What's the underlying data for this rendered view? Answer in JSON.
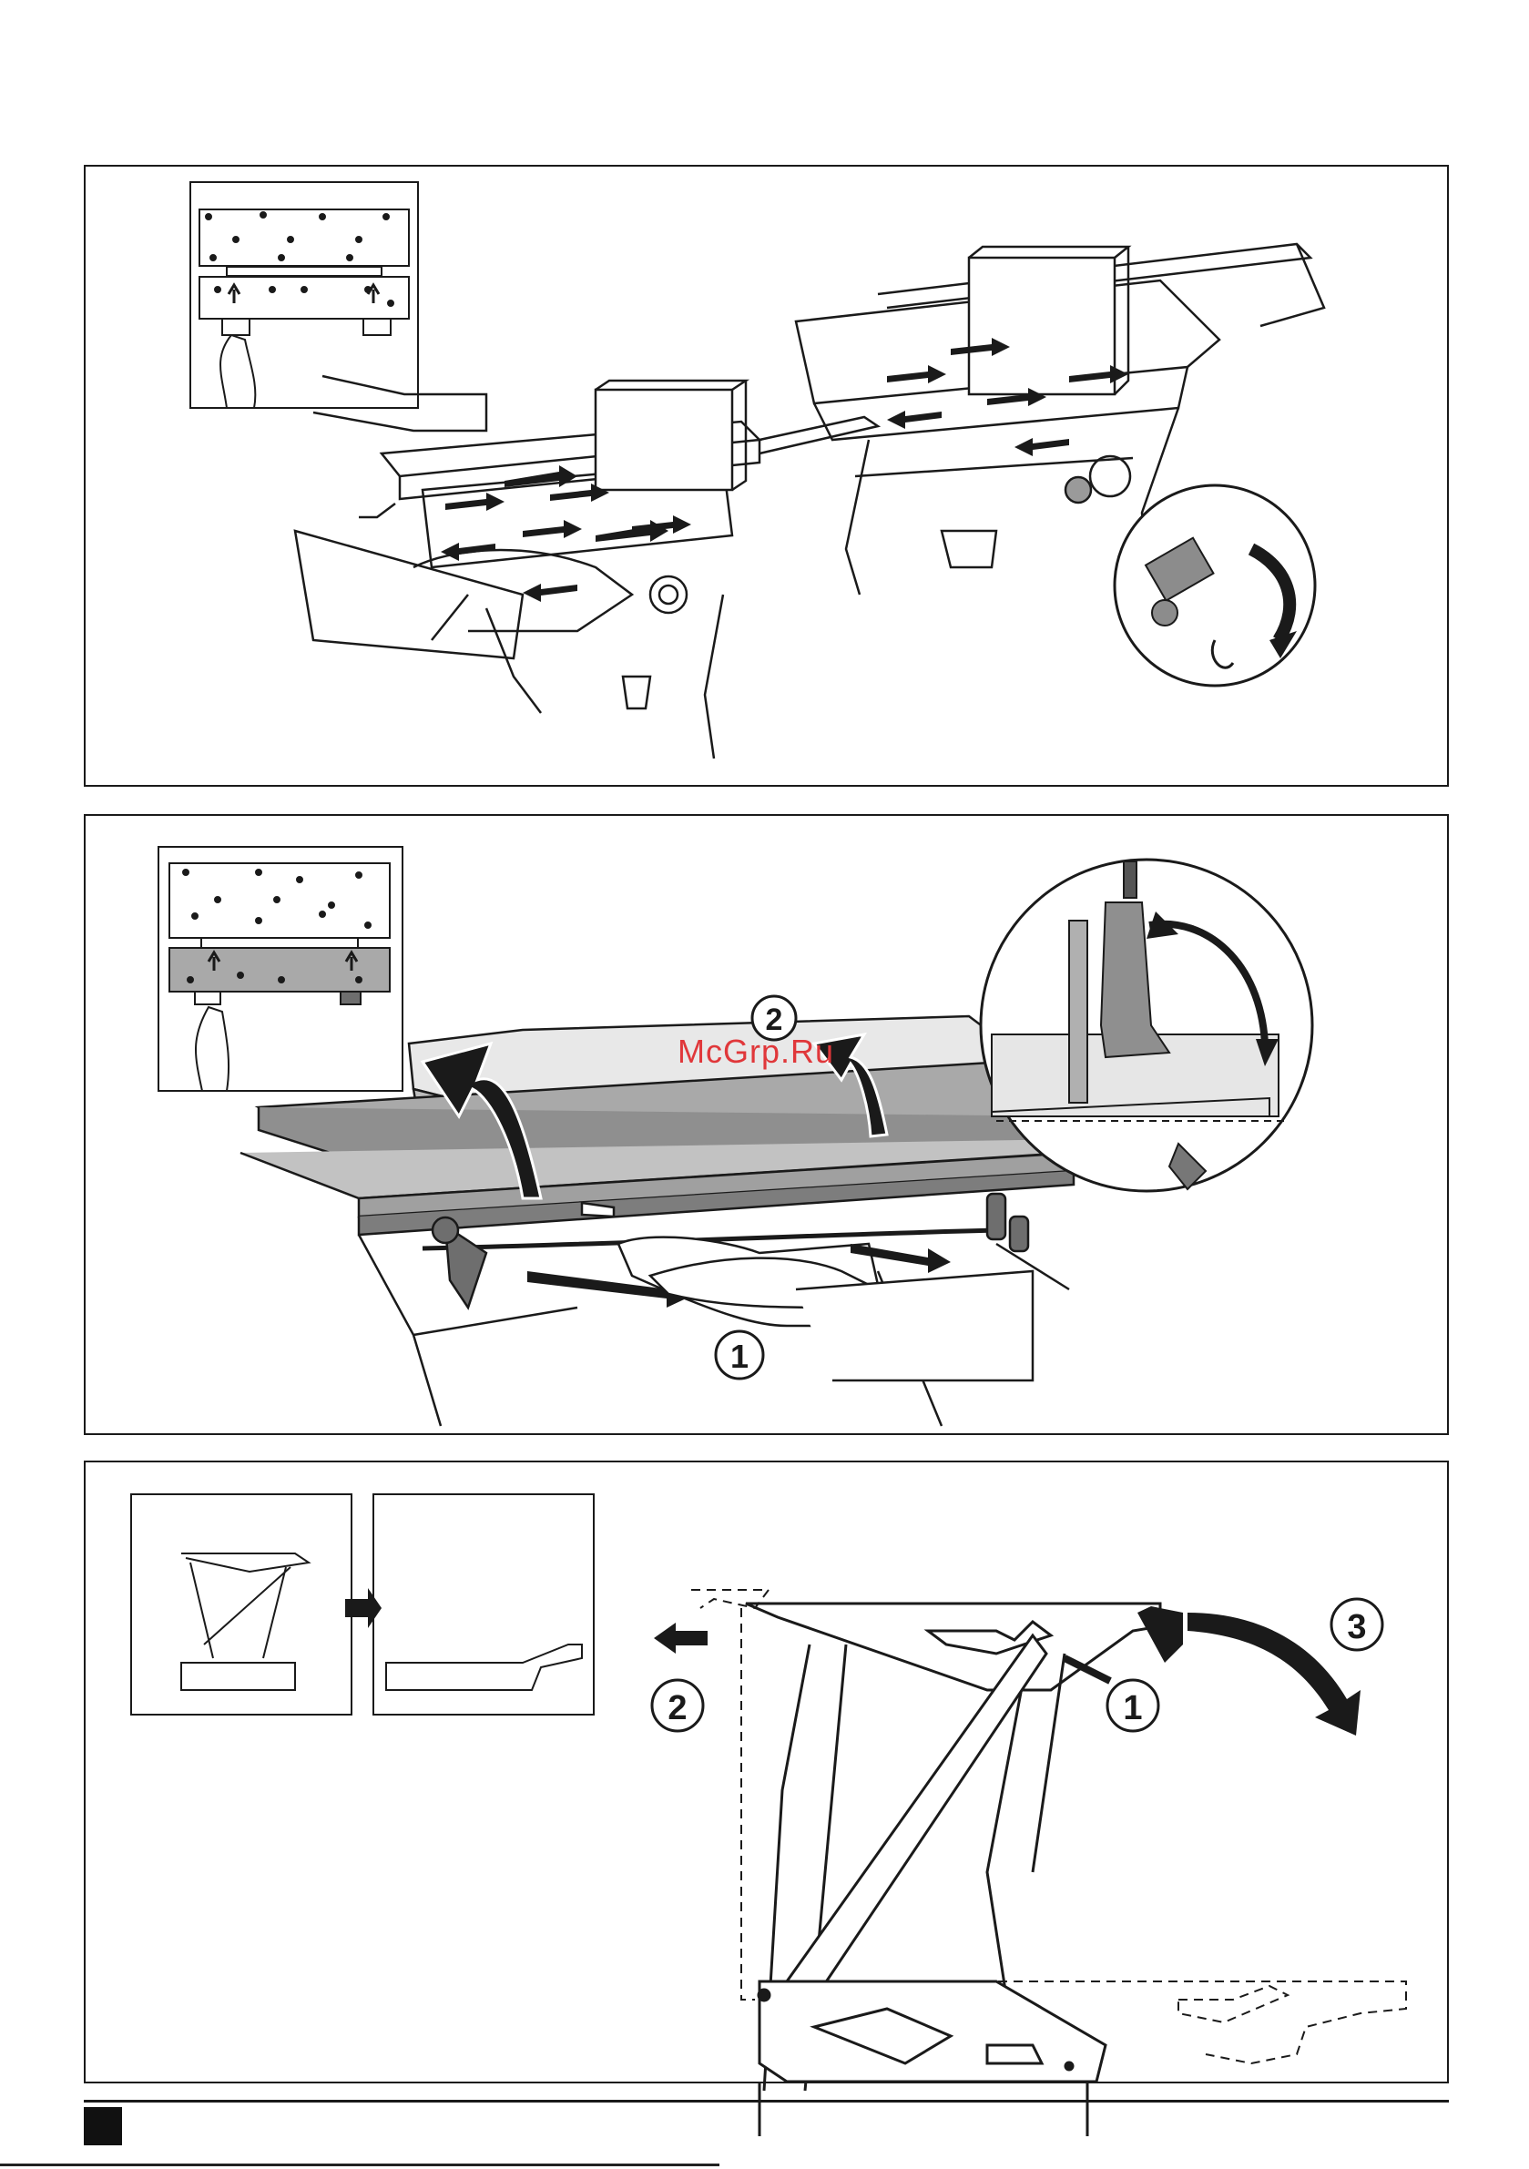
{
  "watermark": "McGrp.Ru",
  "steps": {
    "panel2_step1": "1",
    "panel2_step2": "2",
    "panel3_step1": "1",
    "panel3_step2": "2",
    "panel3_step3": "3"
  },
  "colors": {
    "line": "#1a1a1a",
    "fill_gray": "#a9a9a9",
    "fill_dark": "#555555",
    "watermark": "#e0373a"
  }
}
